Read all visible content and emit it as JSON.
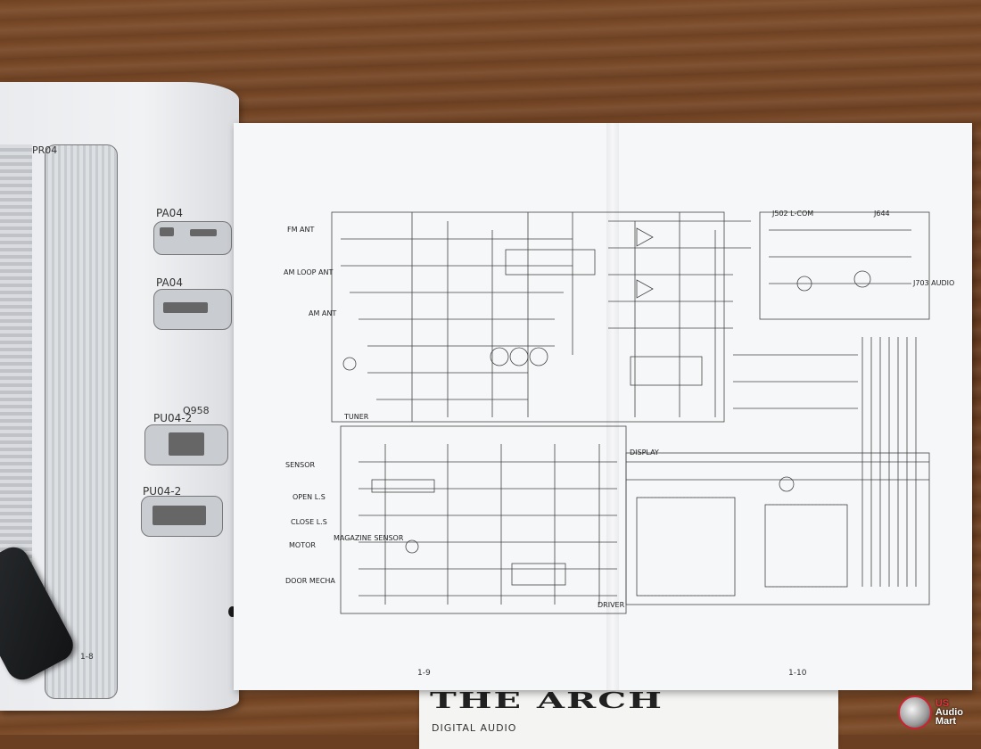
{
  "scene": {
    "description_labels": {
      "left_page": {
        "labels": [
          "PR04",
          "PA04",
          "PA04",
          "PU04-2",
          "Q958",
          "PU04-2"
        ],
        "page_number": "1-8"
      },
      "schematic": {
        "blocks": [
          "FM ANT",
          "AM LOOP ANT",
          "AM ANT",
          "TUNER",
          "SENSOR",
          "DISPLAY",
          "DOOR MECHA",
          "MAGAZINE SENSOR",
          "MOTOR",
          "OPEN L.S",
          "CLOSE L.S",
          "DRIVER",
          "J644",
          "J703 AUDIO",
          "J502 L-COM"
        ],
        "page_numbers": [
          "1-9",
          "1-10"
        ]
      },
      "booklet": {
        "brand": "THE ARCH",
        "subtitle": "DIGITAL AUDIO"
      },
      "watermark": {
        "line1": "US",
        "line2": "Audio",
        "line3": "Mart"
      }
    }
  },
  "colors": {
    "table_wood": "#6b3f22",
    "paper": "#f6f7f9",
    "ink": "#333333",
    "watermark_red": "#e0323a"
  }
}
